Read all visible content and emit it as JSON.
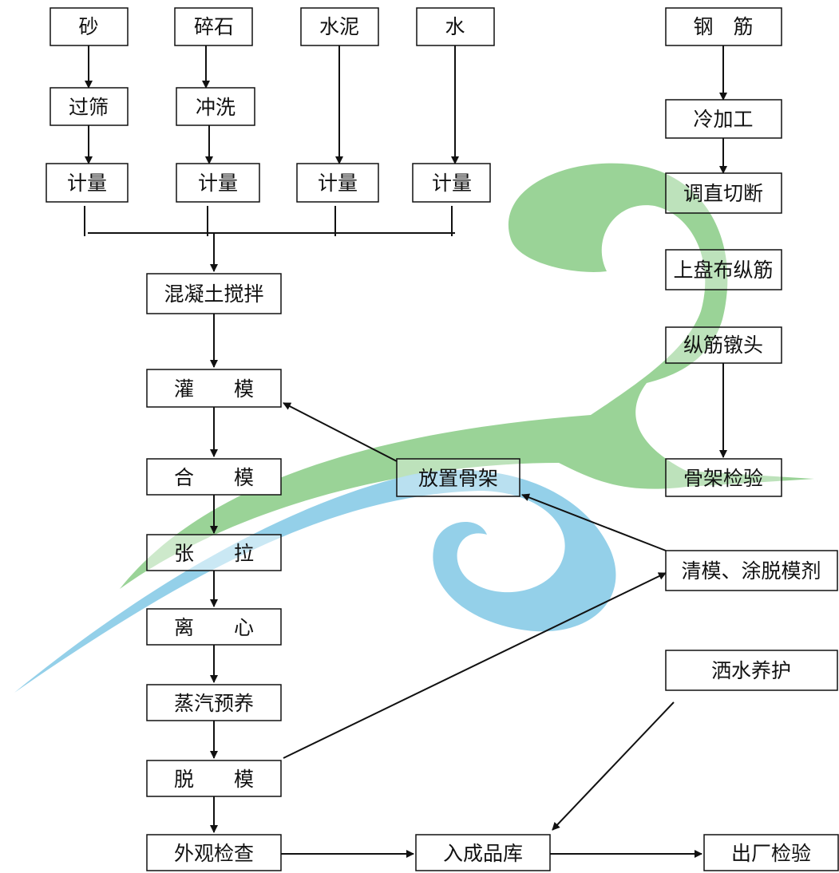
{
  "diagram": {
    "nodes": {
      "sand": "砂",
      "gravel": "碎石",
      "cement": "水泥",
      "water": "水",
      "steel": "钢　筋",
      "sieve": "过筛",
      "wash": "冲洗",
      "cold_work": "冷加工",
      "measure_sand": "计量",
      "measure_gravel": "计量",
      "measure_cement": "计量",
      "measure_water": "计量",
      "straighten_cut": "调直切断",
      "lay_bars": "上盘布纵筋",
      "mix": "混凝土搅拌",
      "heading": "纵筋镦头",
      "pour": "灌　　模",
      "place_cage": "放置骨架",
      "cage_inspect": "骨架检验",
      "close_mold": "合　　模",
      "tension": "张　　拉",
      "clean_mold": "清模、涂脱模剂",
      "centrifuge": "离　　心",
      "water_cure": "洒水养护",
      "steam_cure": "蒸汽预养",
      "demold": "脱　　模",
      "inspect": "外观检查",
      "warehouse": "入成品库",
      "factory_inspect": "出厂检验"
    },
    "colors": {
      "line": "#111111",
      "box_border": "#111111",
      "watermark_green": "#8fce8c",
      "watermark_blue": "#8ecde8"
    }
  }
}
